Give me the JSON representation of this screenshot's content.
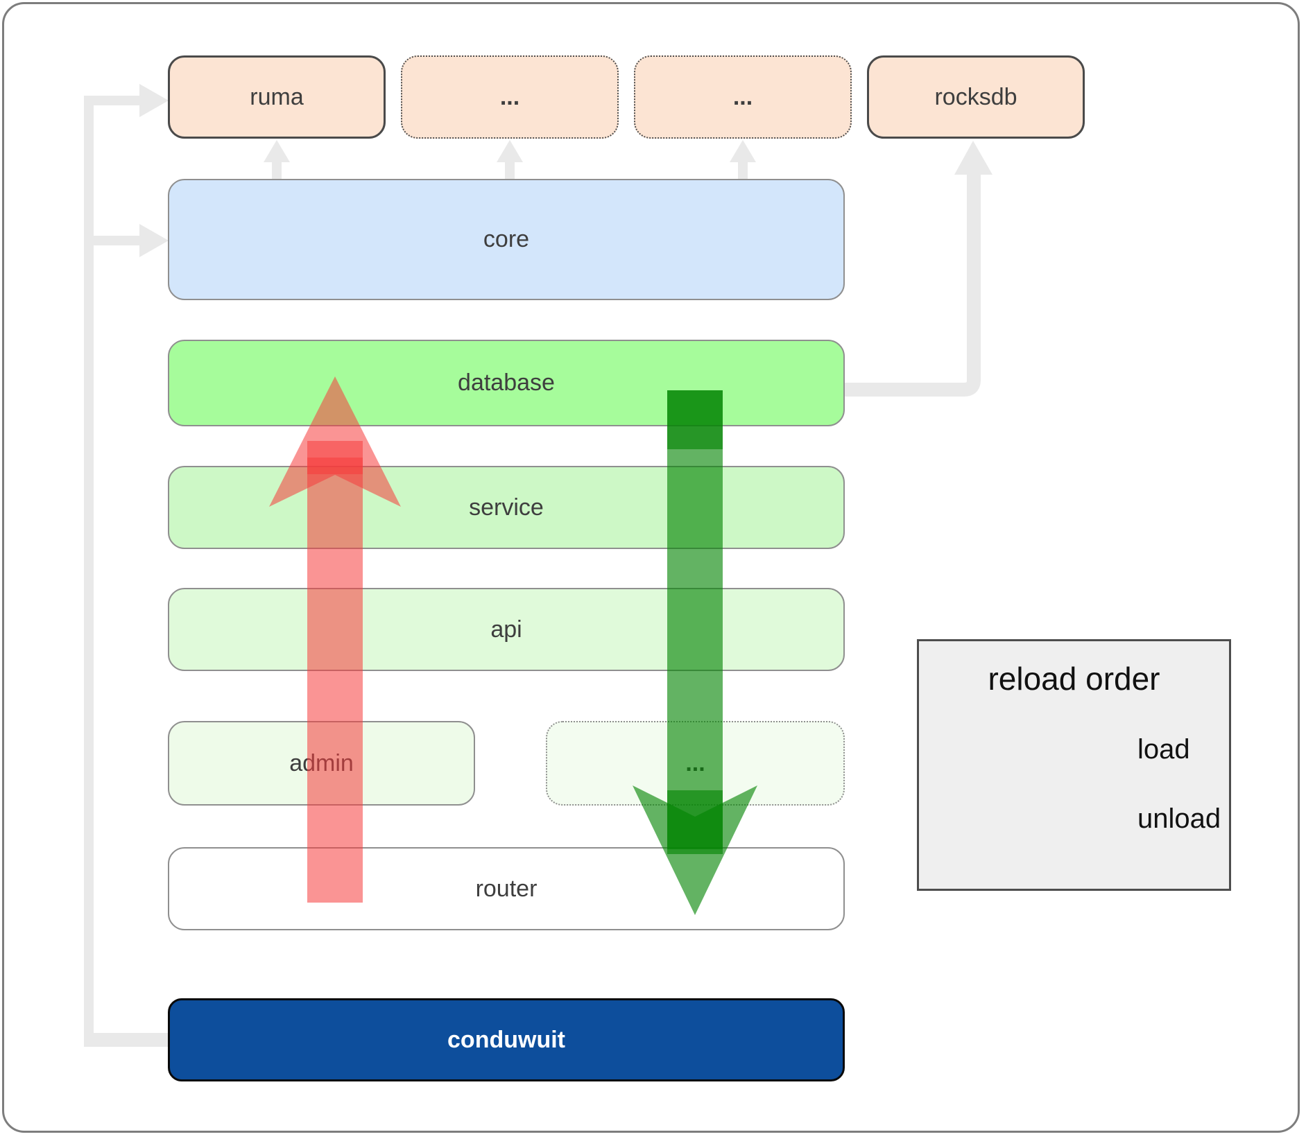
{
  "diagram": {
    "top_row": [
      {
        "label": "ruma"
      },
      {
        "label": "..."
      },
      {
        "label": "..."
      },
      {
        "label": "rocksdb"
      }
    ],
    "core": {
      "label": "core"
    },
    "database": {
      "label": "database"
    },
    "service": {
      "label": "service"
    },
    "api": {
      "label": "api"
    },
    "admin": {
      "label": "admin"
    },
    "admin_dots": {
      "label": "..."
    },
    "router": {
      "label": "router"
    },
    "conduwuit": {
      "label": "conduwuit"
    }
  },
  "legend": {
    "title": "reload order",
    "load_label": "load",
    "unload_label": "unload"
  },
  "colors": {
    "load_green": "#048504",
    "unload_red": "#f63c3c",
    "gray_arrow": "#e9e9e9",
    "conduwuit_blue": "#0d4e9c",
    "top_box_fill": "#fce4d3",
    "core_fill": "#d3e6fb",
    "database_fill": "#a6fc9b",
    "service_fill": "#cdf8c6",
    "api_fill": "#e0fada",
    "admin_fill": "#eefbe9",
    "legend_bg": "#efefef"
  }
}
